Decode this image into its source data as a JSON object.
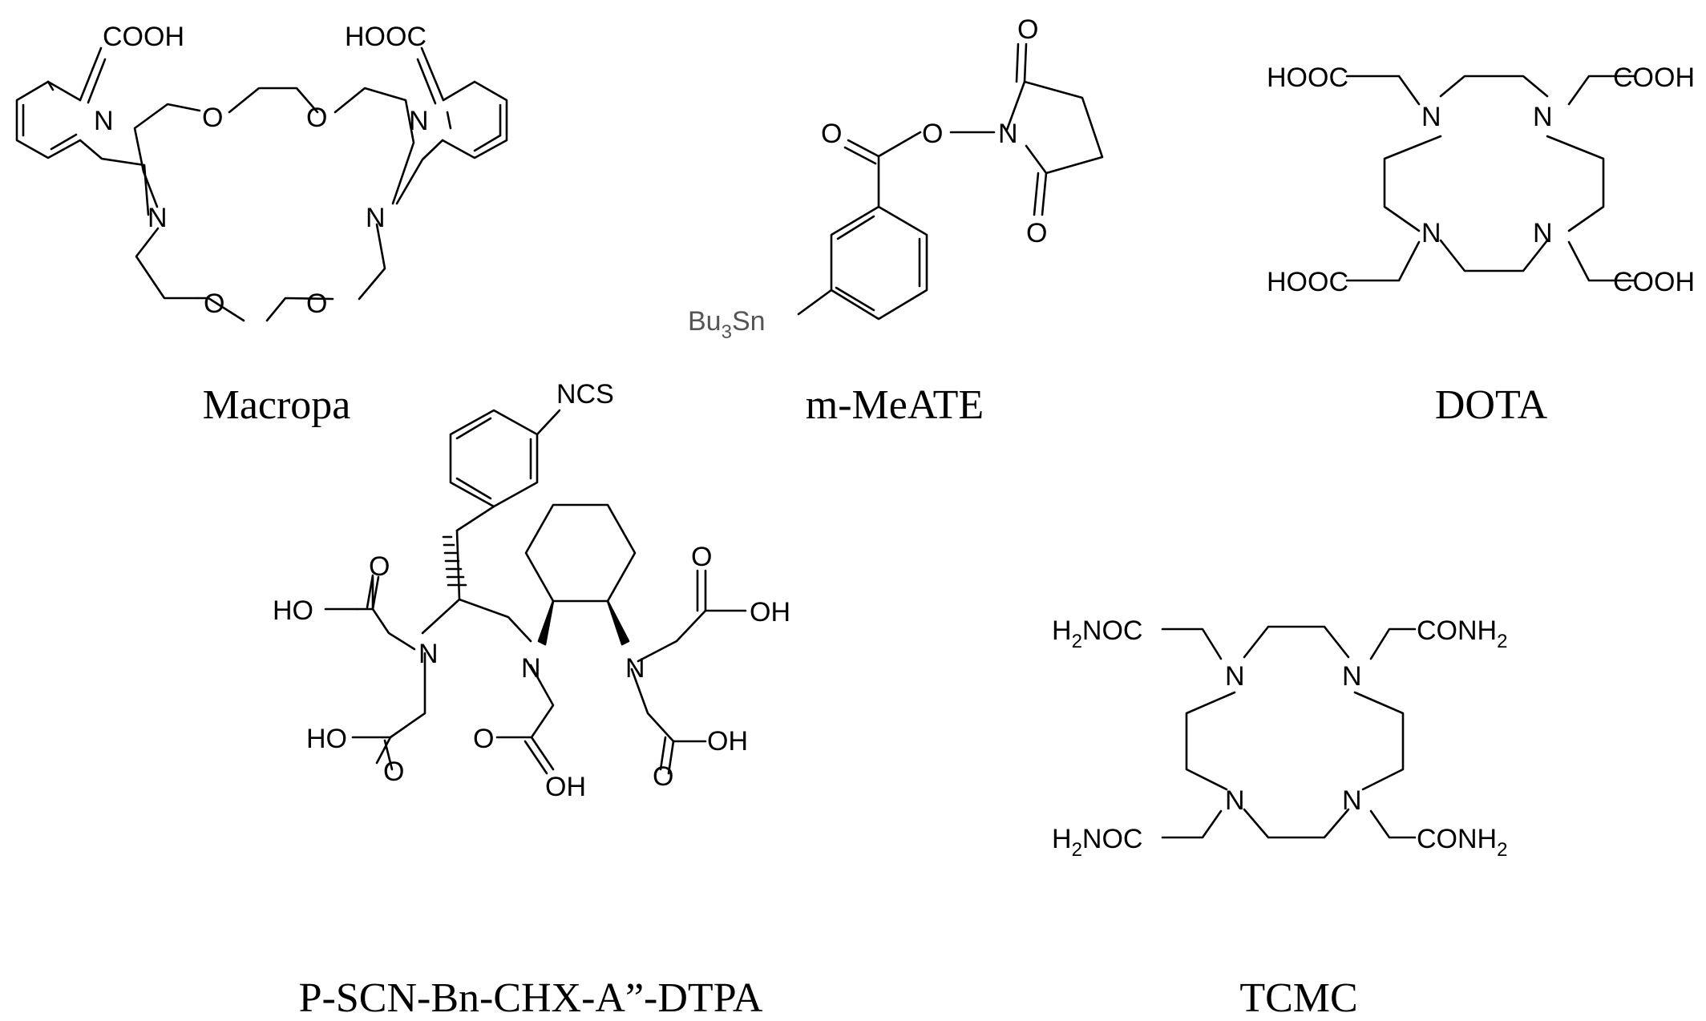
{
  "compounds": {
    "macropa": {
      "name": "Macropa",
      "labels": {
        "cooh_left": "COOH",
        "cooh_right": "HOOC",
        "n": "N",
        "o": "O"
      }
    },
    "mmeate": {
      "name": "m-MeATE",
      "labels": {
        "o": "O",
        "n": "N",
        "tin": "Bu",
        "tin_sub": "3",
        "tin_tail": "Sn"
      }
    },
    "dota": {
      "name": "DOTA",
      "labels": {
        "hooc": "HOOC",
        "cooh": "COOH",
        "n": "N"
      }
    },
    "dtpa": {
      "name": "P-SCN-Bn-CHX-A”-DTPA",
      "labels": {
        "ncs": "NCS",
        "o": "O",
        "ho": "HO",
        "oh": "OH",
        "n": "N"
      }
    },
    "tcmc": {
      "name": "TCMC",
      "labels": {
        "h2noc_h": "H",
        "h2noc_sub": "2",
        "h2noc_tail": "NOC",
        "conh2_head": "CONH",
        "conh2_sub": "2",
        "n": "N"
      }
    }
  }
}
